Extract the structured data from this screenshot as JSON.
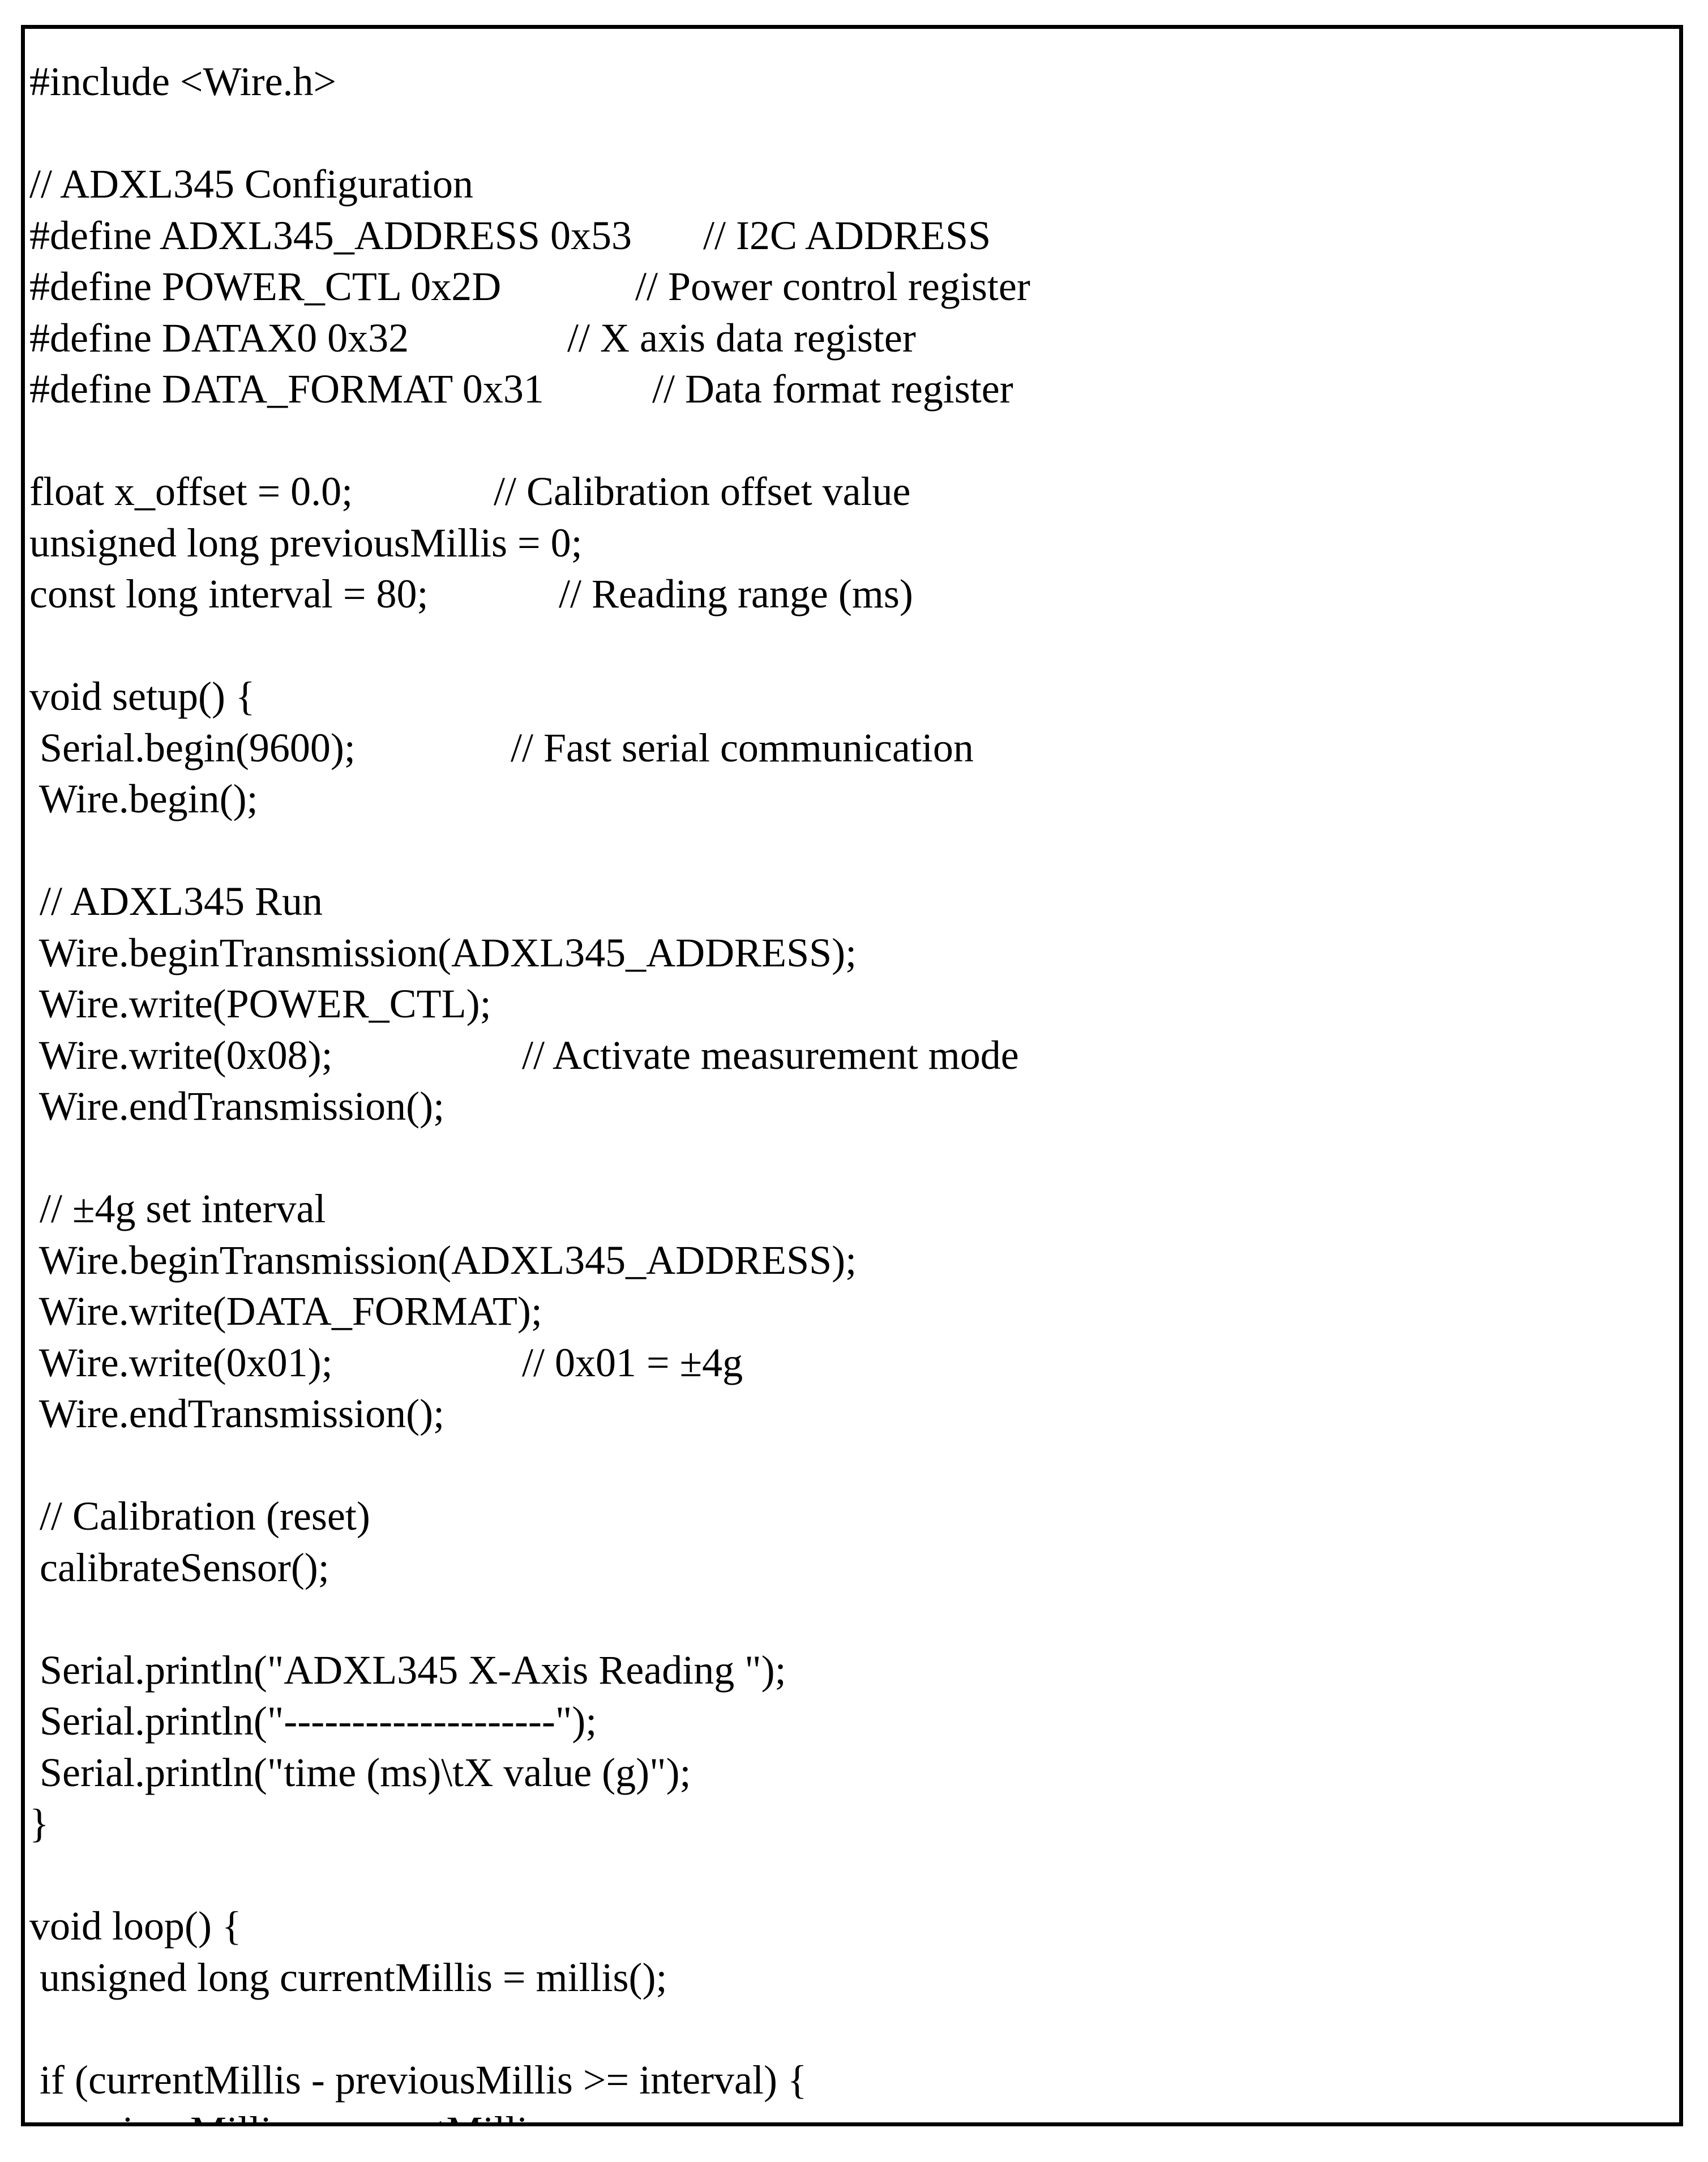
{
  "code_lines": [
    {
      "code": "#include <Wire.h>",
      "comment": ""
    },
    {
      "code": "",
      "comment": ""
    },
    {
      "code": "// ADXL345 Configuration",
      "comment": ""
    },
    {
      "code": "#define ADXL345_ADDRESS 0x53",
      "comment": "// I2C ADDRESS"
    },
    {
      "code": "#define POWER_CTL 0x2D",
      "comment": "// Power control register"
    },
    {
      "code": "#define DATAX0 0x32",
      "comment": "// X axis data register"
    },
    {
      "code": "#define DATA_FORMAT 0x31",
      "comment": "// Data format register"
    },
    {
      "code": "",
      "comment": ""
    },
    {
      "code": "float x_offset = 0.0;",
      "comment": "// Calibration offset value"
    },
    {
      "code": "unsigned long previousMillis = 0;",
      "comment": ""
    },
    {
      "code": "const long interval = 80;",
      "comment": "// Reading range (ms)"
    },
    {
      "code": "",
      "comment": ""
    },
    {
      "code": "void setup() {",
      "comment": ""
    },
    {
      "code": " Serial.begin(9600);",
      "comment": "// Fast serial communication"
    },
    {
      "code": " Wire.begin();",
      "comment": ""
    },
    {
      "code": "",
      "comment": ""
    },
    {
      "code": " // ADXL345 Run",
      "comment": ""
    },
    {
      "code": " Wire.beginTransmission(ADXL345_ADDRESS);",
      "comment": ""
    },
    {
      "code": " Wire.write(POWER_CTL);",
      "comment": ""
    },
    {
      "code": " Wire.write(0x08);",
      "comment": "// Activate measurement mode"
    },
    {
      "code": " Wire.endTransmission();",
      "comment": ""
    },
    {
      "code": "",
      "comment": ""
    },
    {
      "code": " // ±4g set interval",
      "comment": ""
    },
    {
      "code": " Wire.beginTransmission(ADXL345_ADDRESS);",
      "comment": ""
    },
    {
      "code": " Wire.write(DATA_FORMAT);",
      "comment": ""
    },
    {
      "code": " Wire.write(0x01);",
      "comment": "// 0x01 = ±4g"
    },
    {
      "code": " Wire.endTransmission();",
      "comment": ""
    },
    {
      "code": "",
      "comment": ""
    },
    {
      "code": " // Calibration (reset)",
      "comment": ""
    },
    {
      "code": " calibrateSensor();",
      "comment": ""
    },
    {
      "code": "",
      "comment": ""
    },
    {
      "code": " Serial.println(\"ADXL345 X-Axis Reading \");",
      "comment": ""
    },
    {
      "code": " Serial.println(\"--------------------\");",
      "comment": ""
    },
    {
      "code": " Serial.println(\"time (ms)\\tX value (g)\");",
      "comment": ""
    },
    {
      "code": "}",
      "comment": ""
    },
    {
      "code": "",
      "comment": ""
    },
    {
      "code": "void loop() {",
      "comment": ""
    },
    {
      "code": " unsigned long currentMillis = millis();",
      "comment": ""
    },
    {
      "code": "",
      "comment": ""
    },
    {
      "code": " if (currentMillis - previousMillis >= interval) {",
      "comment": ""
    },
    {
      "code": "  previousMillis = currentMillis;",
      "comment": ""
    }
  ]
}
